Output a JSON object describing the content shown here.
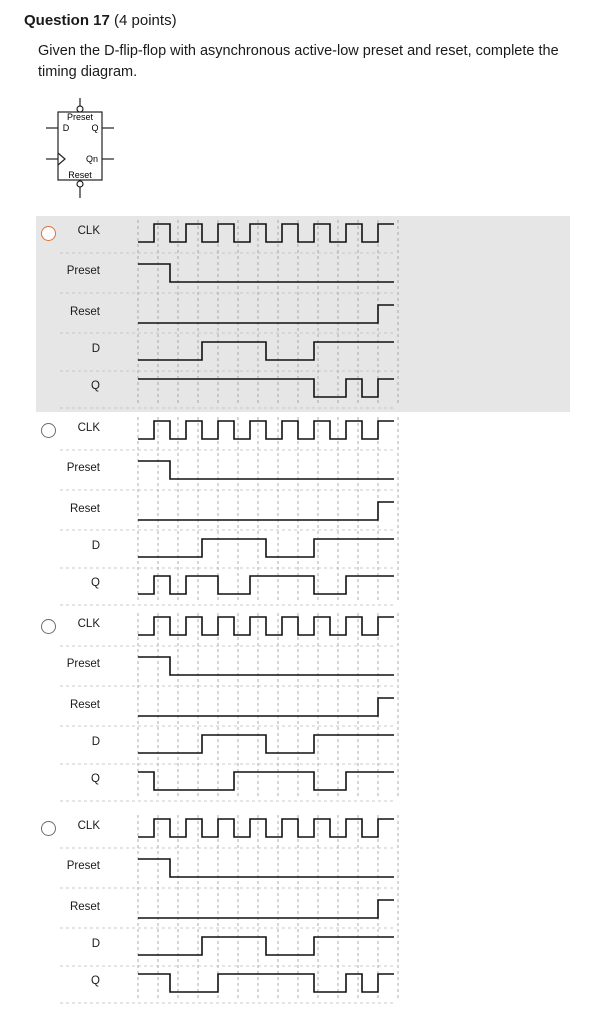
{
  "question": {
    "number_label": "Question 17",
    "points_label": "(4 points)",
    "prompt": "Given the D-flip-flop with asynchronous active-low preset and reset, complete the timing diagram."
  },
  "flipflop": {
    "preset": "Preset",
    "d": "D",
    "q": "Q",
    "qn": "Qn",
    "reset": "Reset"
  },
  "signal_names": [
    "CLK",
    "Preset",
    "Reset",
    "D",
    "Q"
  ],
  "options": [
    {
      "selected": true,
      "waves": {
        "CLK": "0101010101010101",
        "Preset": "1100000000000000",
        "Reset": "0000000000000001",
        "D": "0000111100011111",
        "Q": "1111111111100101"
      }
    },
    {
      "selected": false,
      "waves": {
        "CLK": "0101010101010101",
        "Preset": "1100000000000000",
        "Reset": "0000000000000001",
        "D": "0000111100011111",
        "Q": "0101100111100111"
      }
    },
    {
      "selected": false,
      "waves": {
        "CLK": "0101010101010101",
        "Preset": "1100000000000000",
        "Reset": "0000000000000001",
        "D": "0000111100011111",
        "Q": "1000001111100111"
      }
    },
    {
      "selected": false,
      "waves": {
        "CLK": "0101010101010101",
        "Preset": "1100000000000000",
        "Reset": "0000000000000001",
        "D": "0000111100011111",
        "Q": "1100011111100101"
      }
    }
  ]
}
